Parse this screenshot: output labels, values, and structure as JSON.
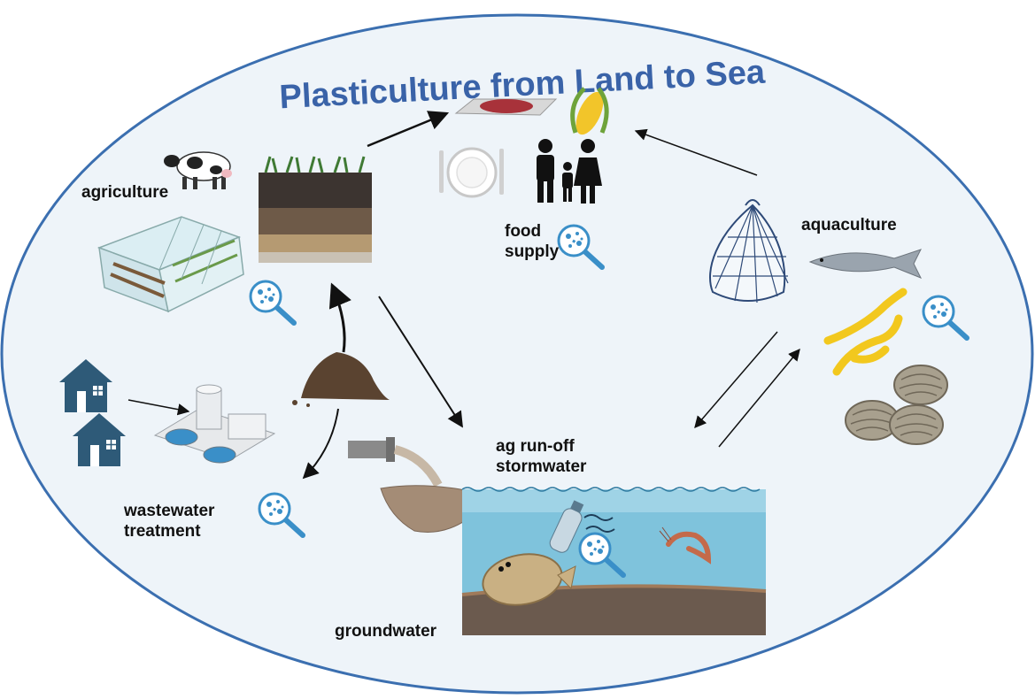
{
  "title": "Plasticulture from Land to Sea",
  "labels": {
    "agriculture": "agriculture",
    "food_supply_line1": "food",
    "food_supply_line2": "supply",
    "aquaculture": "aquaculture",
    "wastewater_line1": "wastewater",
    "wastewater_line2": "treatment",
    "runoff_line1": "ag run-off",
    "runoff_line2": "stormwater",
    "groundwater": "groundwater"
  },
  "colors": {
    "title": "#3a63a8",
    "ellipse_fill": "#eef4f9",
    "ellipse_stroke": "#3b6fb0",
    "magnifier": "#3a8fc8",
    "water": "#7fc3dc",
    "sediment": "#6b5a4e",
    "house": "#2e5a78"
  },
  "icons": [
    "cow-icon",
    "greenhouse-icon",
    "soil-profile-icon",
    "meat-tray-icon",
    "corn-icon",
    "plate-cutlery-icon",
    "family-icon",
    "fishing-net-icon",
    "salmon-icon",
    "mussel-rope-icon",
    "oyster-icon",
    "house-icon",
    "treatment-plant-icon",
    "compost-pile-icon",
    "outfall-pipe-icon",
    "bottle-icon",
    "shrimp-icon",
    "flounder-icon",
    "magnifier-icon"
  ]
}
